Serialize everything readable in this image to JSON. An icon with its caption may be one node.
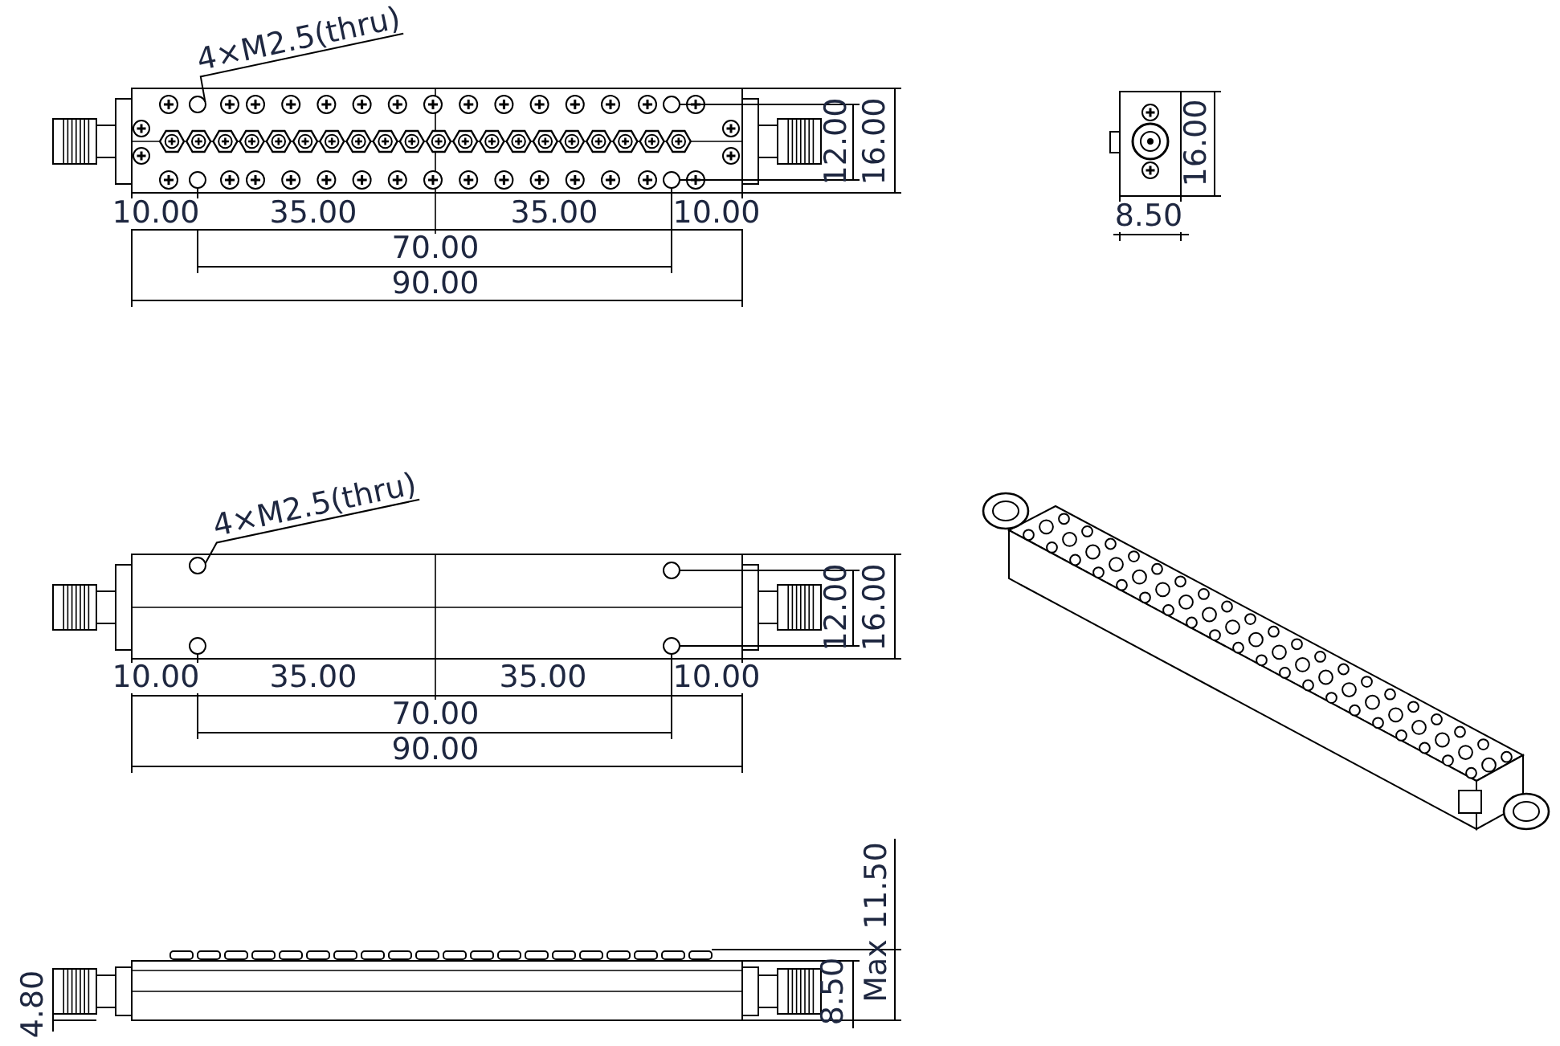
{
  "diagram": {
    "nodes": [
      {
        "text": [
          "4×M2.5(thru)"
        ]
      },
      {
        "text": [],
        "shape": "circle"
      },
      {
        "text": [
          "4×M2.5(thru)"
        ]
      },
      {
        "text": [],
        "shape": "circle"
      }
    ],
    "edges": [
      {
        "from": 0,
        "to": 1,
        "arrow": "none"
      },
      {
        "from": 2,
        "to": 3,
        "arrow": "none"
      }
    ],
    "labels": [
      "12.00",
      "16.00",
      "10.00",
      "35.00",
      "35.00",
      "10.00",
      "70.00",
      "90.00",
      "16.00",
      "8.50",
      "12.00",
      "16.00",
      "10.00",
      "35.00",
      "35.00",
      "10.00",
      "70.00",
      "90.00",
      "Max 11.50",
      "4.80",
      "8.50"
    ]
  }
}
